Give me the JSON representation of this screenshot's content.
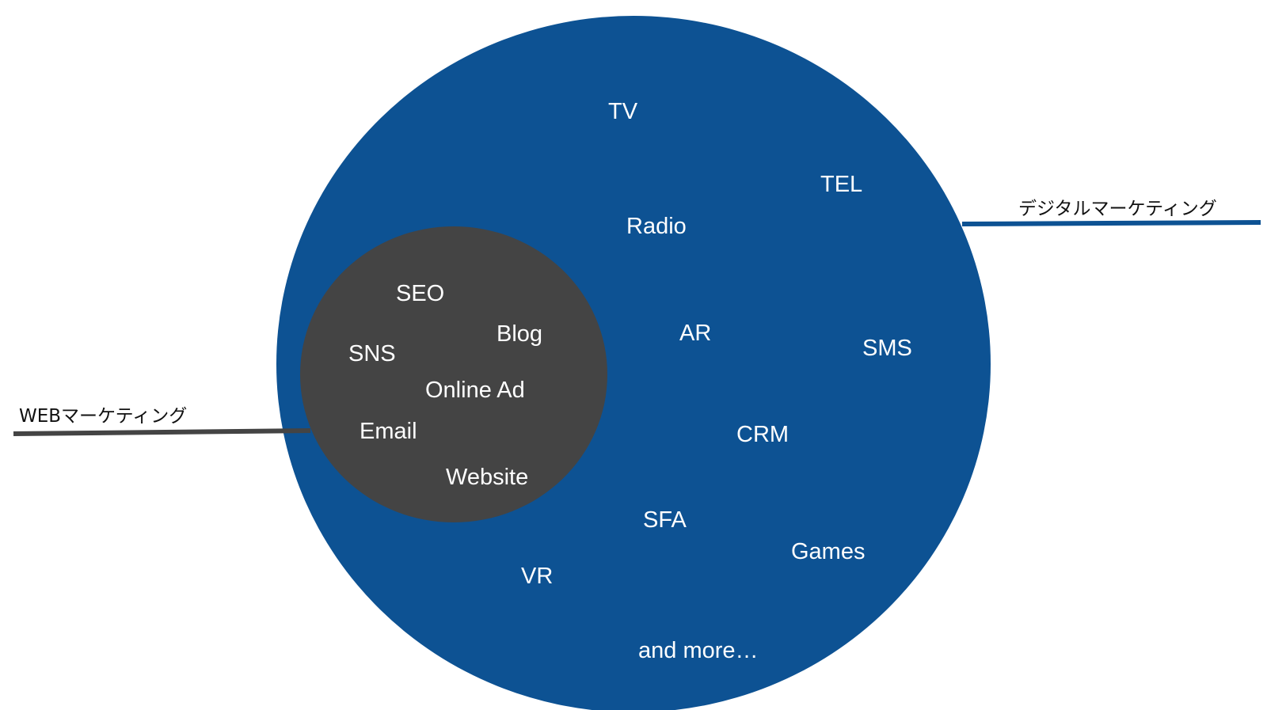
{
  "colors": {
    "outer_circle": "#0d5293",
    "inner_circle": "#444444",
    "digital_line": "#0d5293",
    "web_line": "#444444",
    "label_text": "#ffffff",
    "callout_text": "#111111"
  },
  "callouts": {
    "digital_marketing": "デジタルマーケティング",
    "web_marketing": "WEBマーケティング"
  },
  "inner_labels": {
    "seo": "SEO",
    "blog": "Blog",
    "sns": "SNS",
    "online_ad": "Online Ad",
    "email": "Email",
    "website": "Website"
  },
  "outer_labels": {
    "tv": "TV",
    "tel": "TEL",
    "radio": "Radio",
    "ar": "AR",
    "sms": "SMS",
    "crm": "CRM",
    "sfa": "SFA",
    "games": "Games",
    "vr": "VR",
    "and_more": "and more…"
  }
}
